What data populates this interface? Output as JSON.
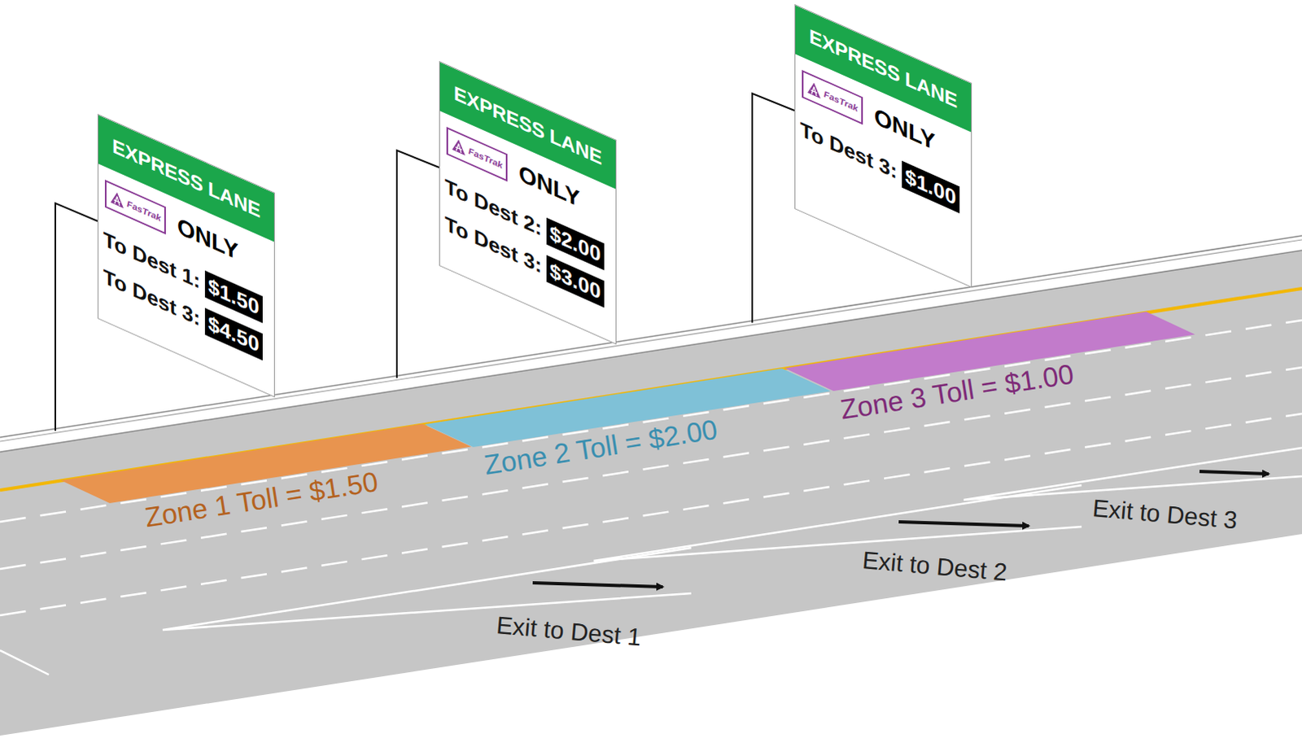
{
  "diagram": {
    "nodes": [
      {
        "text": [
          "EXPRESS LANE",
          "FasTrak",
          "ONLY",
          "To Dest 1:",
          "$1.50",
          "To Dest 3:",
          "$4.50"
        ]
      },
      {
        "text": [
          "EXPRESS LANE",
          "FasTrak",
          "ONLY",
          "To Dest 2:",
          "$2.00",
          "To Dest 3:",
          "$3.00"
        ]
      },
      {
        "text": [
          "EXPRESS LANE",
          "FasTrak",
          "ONLY",
          "To Dest 3:",
          "$1.00"
        ]
      },
      {
        "text": [
          "Zone 1 Toll = $1.50"
        ]
      },
      {
        "text": [
          "Zone 2 Toll = $2.00"
        ]
      },
      {
        "text": [
          "Zone 3 Toll = $1.00"
        ]
      }
    ],
    "labels": [
      "Exit to Dest 1",
      "Exit to Dest 2",
      "Exit to Dest 3"
    ]
  }
}
